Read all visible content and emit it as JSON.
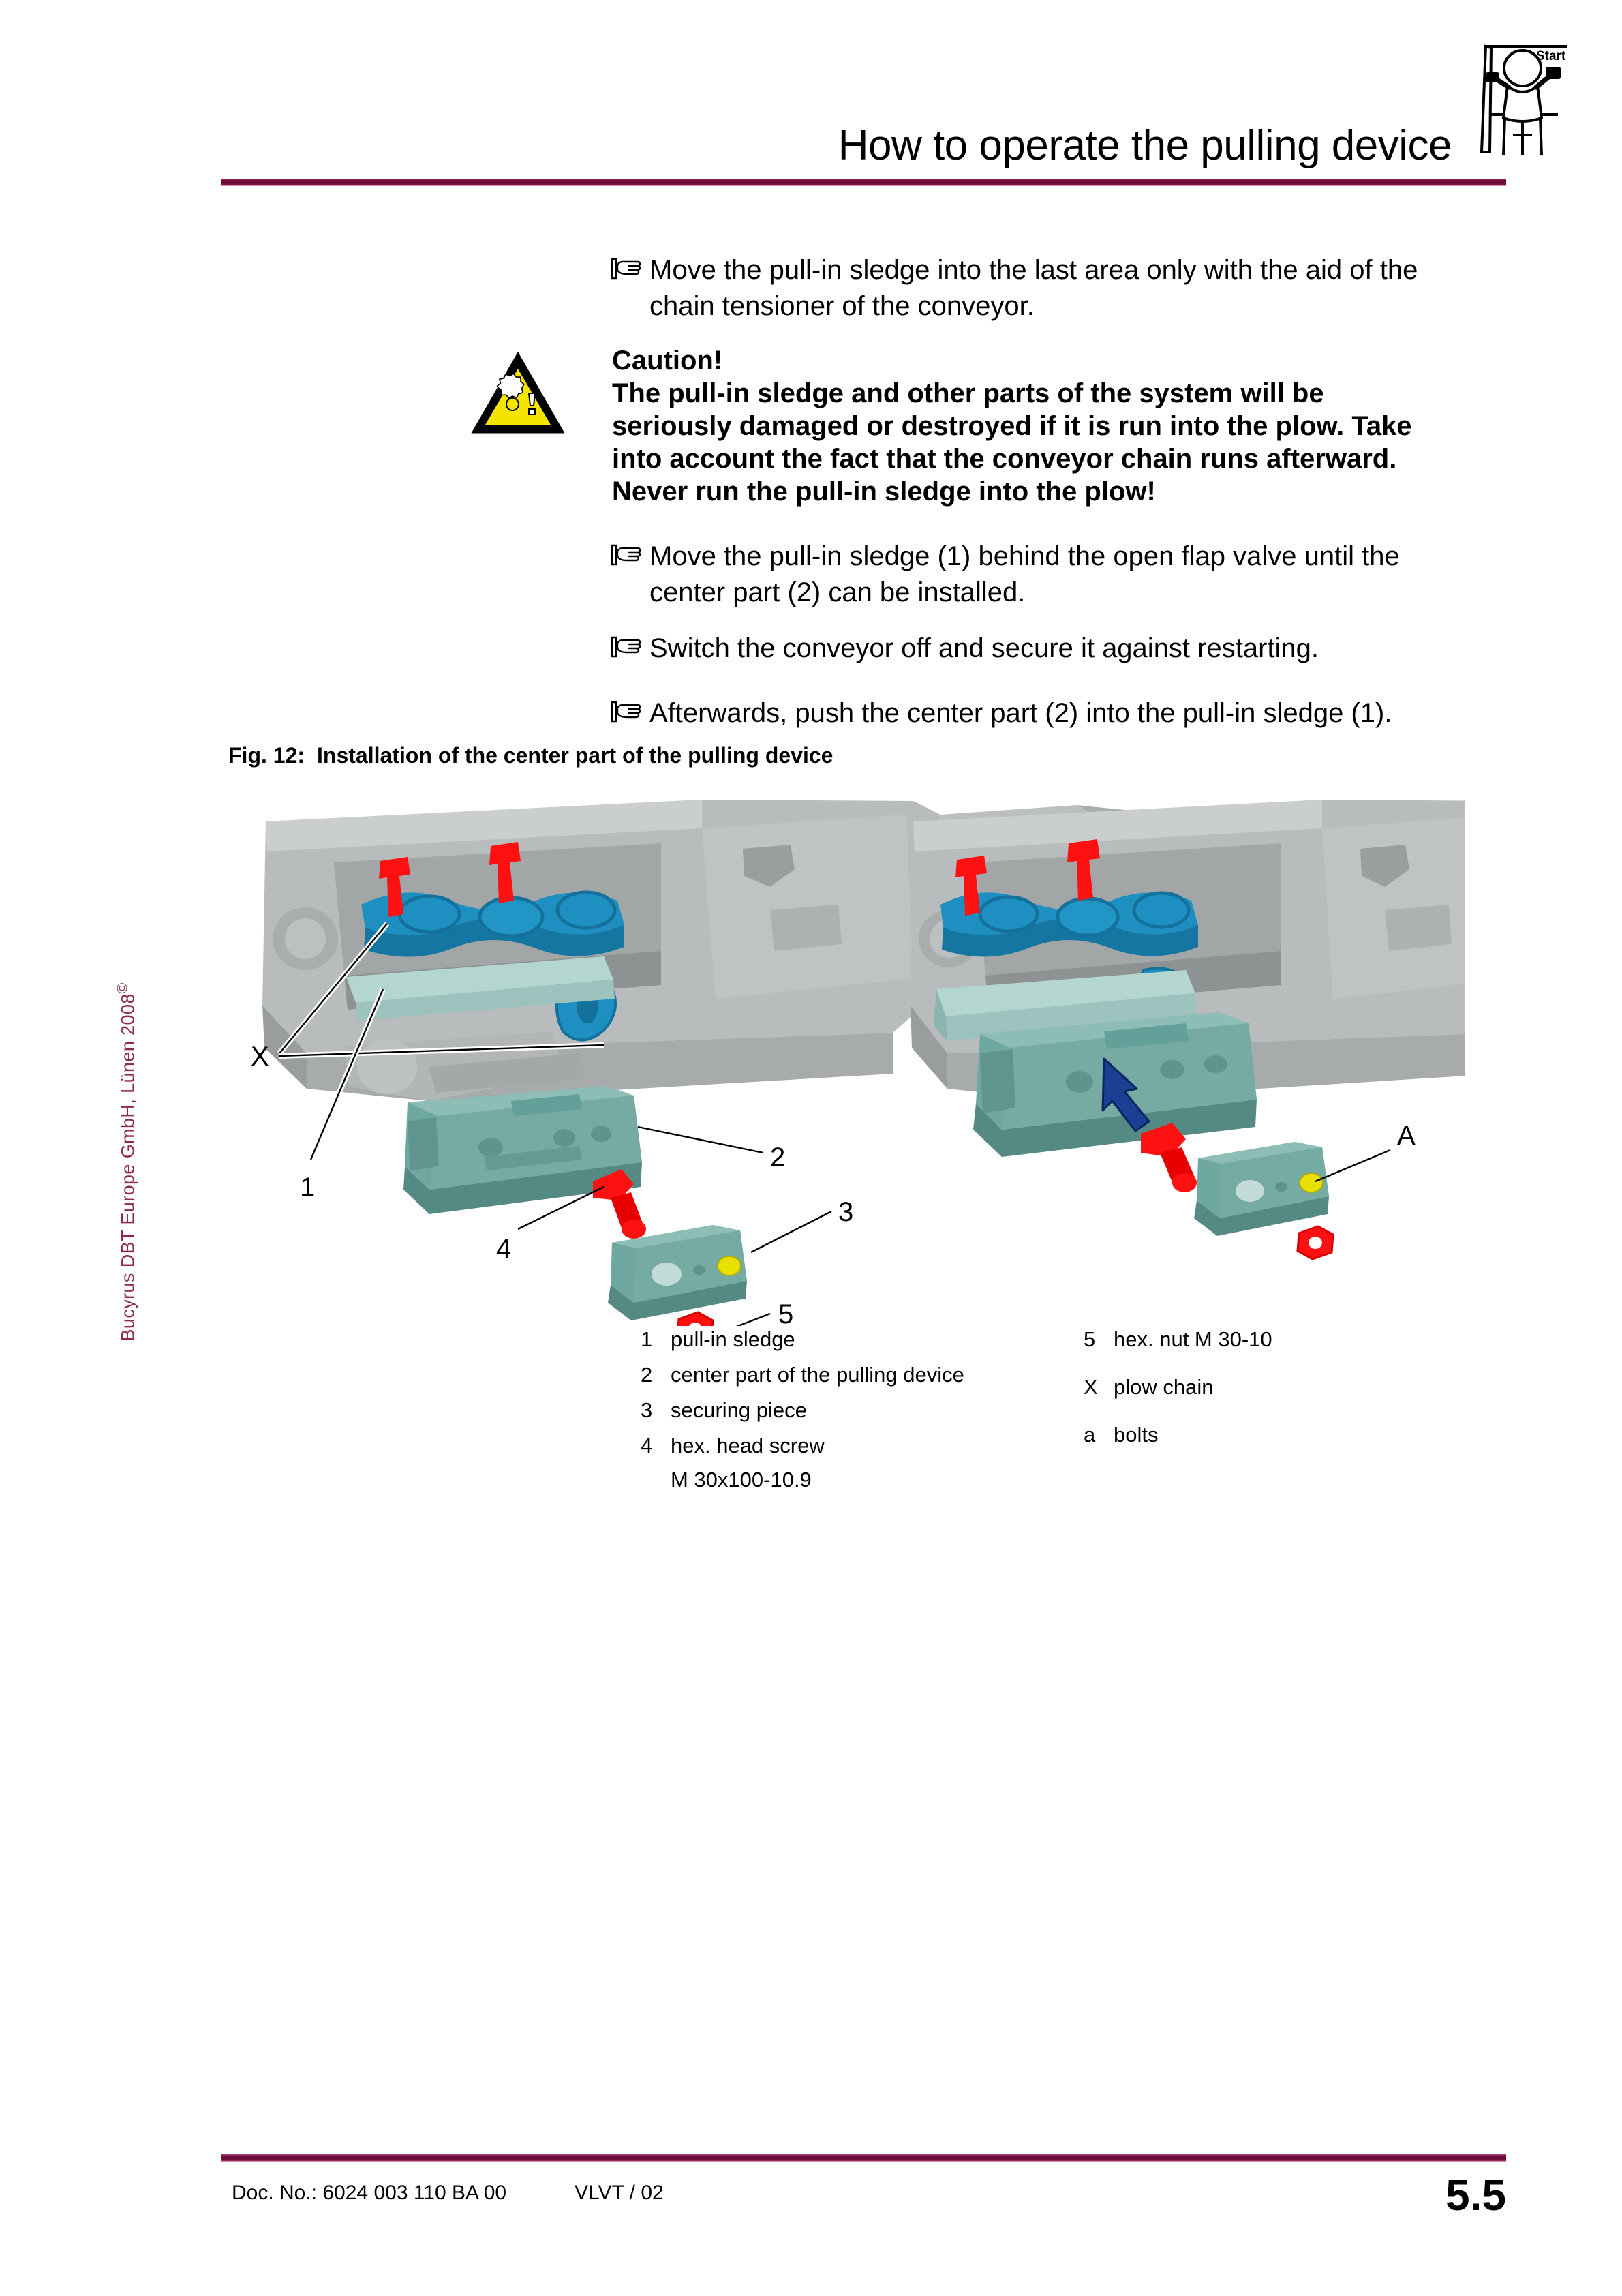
{
  "header": {
    "title": "How to operate the pulling device",
    "icon_name": "operator-start-pictogram",
    "icon_label": "Start"
  },
  "sidebar": {
    "copyright": "Bucyrus DBT Europe GmbH, Lünen 2008",
    "copyright_symbol": "©"
  },
  "instructions": [
    {
      "id": "instr-1",
      "text": "Move the pull-in sledge into the last area only with the aid of the chain tensioner of the conveyor."
    },
    {
      "id": "instr-2",
      "text": "Move the pull-in sledge (1) behind the open flap valve until the center part (2) can be installed."
    },
    {
      "id": "instr-3",
      "text": "Switch the conveyor off and secure it against restarting."
    },
    {
      "id": "instr-4",
      "text": "Afterwards, push the center part (2) into the pull-in sledge (1)."
    }
  ],
  "caution": {
    "title": "Caution!",
    "body": "The pull-in sledge and other parts of the system will be seriously damaged or destroyed if it is run into the plow. Take into account the fact that the conveyor chain runs afterward. Never run the pull-in sledge into the plow!",
    "icon_name": "warning-triangle-gear-icon",
    "triangle_fill": "#f5e400",
    "triangle_border": "#000000"
  },
  "figure": {
    "caption_number": "Fig. 12:",
    "caption_text": "Installation of the center part of the pulling device",
    "callouts_left": [
      "X",
      "1",
      "2",
      "3",
      "4",
      "5"
    ],
    "callouts_right": [
      "A"
    ],
    "colors": {
      "housing_gray": "#b9bcbd",
      "housing_gray_dark": "#8e9293",
      "chain_blue": "#1d8fc0",
      "chain_blue_dark": "#14719b",
      "part_teal": "#6fa8a0",
      "part_teal_dark": "#558a84",
      "part_teal_light": "#9cc8c2",
      "bolt_red": "#ff1111",
      "pin_yellow": "#e8e000",
      "arrow_blue": "#1c3f94"
    }
  },
  "legend": {
    "column_a": [
      {
        "key": "1",
        "value": "pull-in sledge",
        "sub": ""
      },
      {
        "key": "2",
        "value": "center part of the pulling device",
        "sub": ""
      },
      {
        "key": "3",
        "value": "securing piece",
        "sub": ""
      },
      {
        "key": "4",
        "value": "hex. head screw",
        "sub": "M 30x100-10.9"
      }
    ],
    "column_b": [
      {
        "key": "5",
        "value": "hex. nut M 30-10"
      },
      {
        "key": "X",
        "value": "plow chain"
      },
      {
        "key": "a",
        "value": "bolts"
      }
    ]
  },
  "footer": {
    "doc_label": "Doc. No.: 6024 003 110 BA 00",
    "doc_variant": "VLVT / 02",
    "page_number": "5.5"
  },
  "theme": {
    "rule_color": "#7d0a3c",
    "copyright_color": "#8e2a52"
  }
}
